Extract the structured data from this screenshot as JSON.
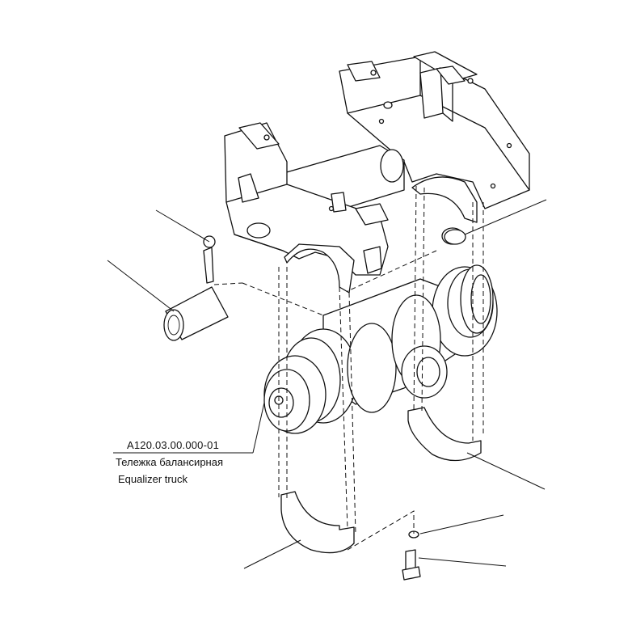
{
  "labels": {
    "part_number": "A120.03.00.000-01",
    "name_ru": "Тележка балансирная",
    "name_en": "Equalizer truck"
  },
  "colors": {
    "ink": "#111111",
    "paper": "#ffffff"
  }
}
